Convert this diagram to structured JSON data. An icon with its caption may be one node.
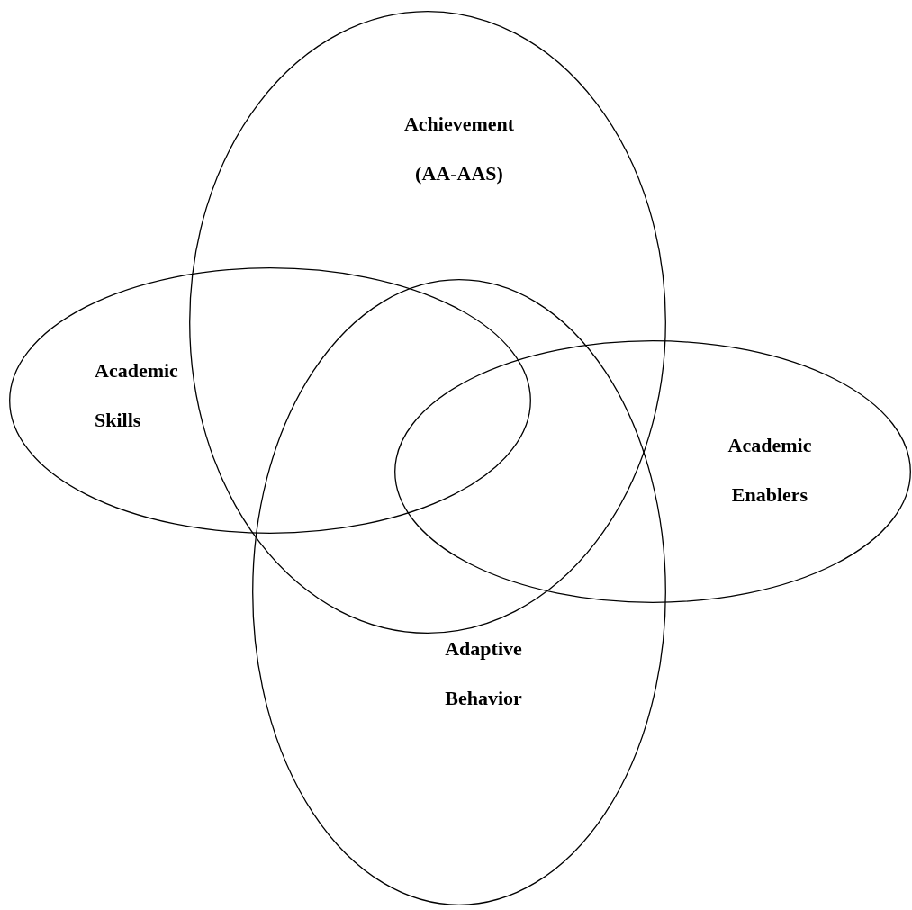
{
  "diagram": {
    "nodes": [
      {
        "text": [
          "Achievement (AA-AAS)"
        ]
      },
      {
        "text": [
          "Academic Skills"
        ]
      },
      {
        "text": [
          "Adaptive Behavior"
        ]
      },
      {
        "text": [
          "Academic Enablers"
        ]
      }
    ]
  }
}
